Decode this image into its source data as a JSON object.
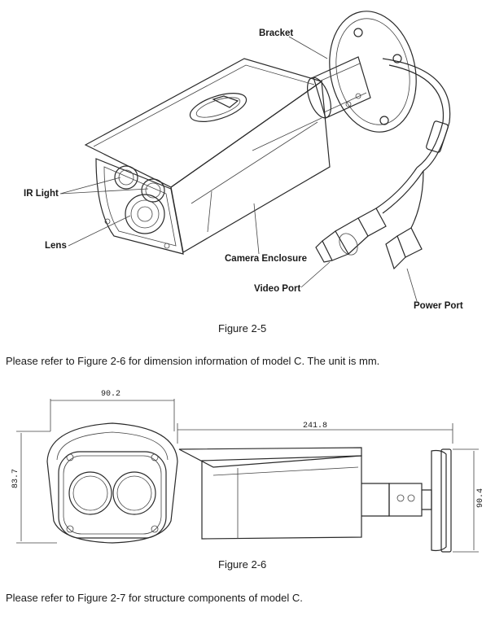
{
  "figure1": {
    "caption": "Figure 2-5",
    "labels": {
      "bracket": "Bracket",
      "ir_light": "IR Light",
      "lens": "Lens",
      "camera_enclosure": "Camera Enclosure",
      "video_port": "Video Port",
      "power_port": "Power Port"
    }
  },
  "paragraph1": "Please refer to Figure 2-6 for dimension information of model C. The unit is mm.",
  "figure2": {
    "caption": "Figure 2-6",
    "dims": {
      "front_width": "90.2",
      "front_height": "83.7",
      "side_length": "241.8",
      "side_height": "90.4"
    }
  },
  "paragraph2": "Please refer to Figure 2-7 for structure components of model C."
}
